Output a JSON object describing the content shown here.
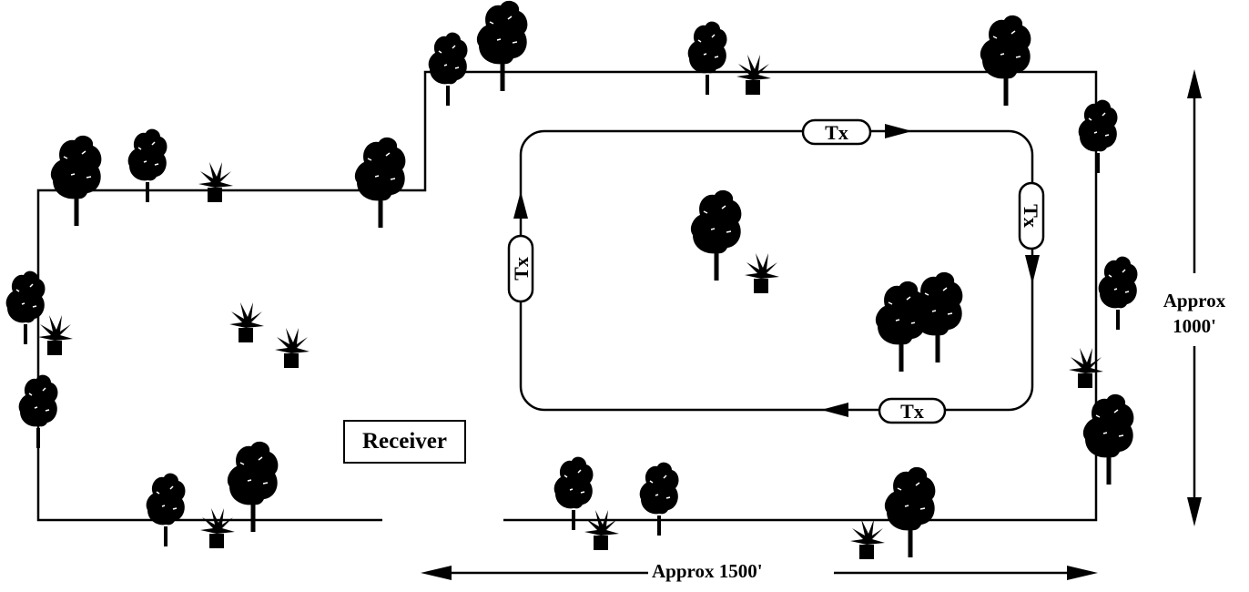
{
  "labels": {
    "receiver": "Receiver",
    "width": "Approx 1500'",
    "height_line1": "Approx",
    "height_line2": "1000'"
  },
  "transmitter": {
    "tag": "Tx"
  },
  "colors": {
    "ink": "#000000",
    "background": "#ffffff"
  },
  "icons": [
    "deciduous-tree-icon",
    "palm-tree-icon"
  ]
}
